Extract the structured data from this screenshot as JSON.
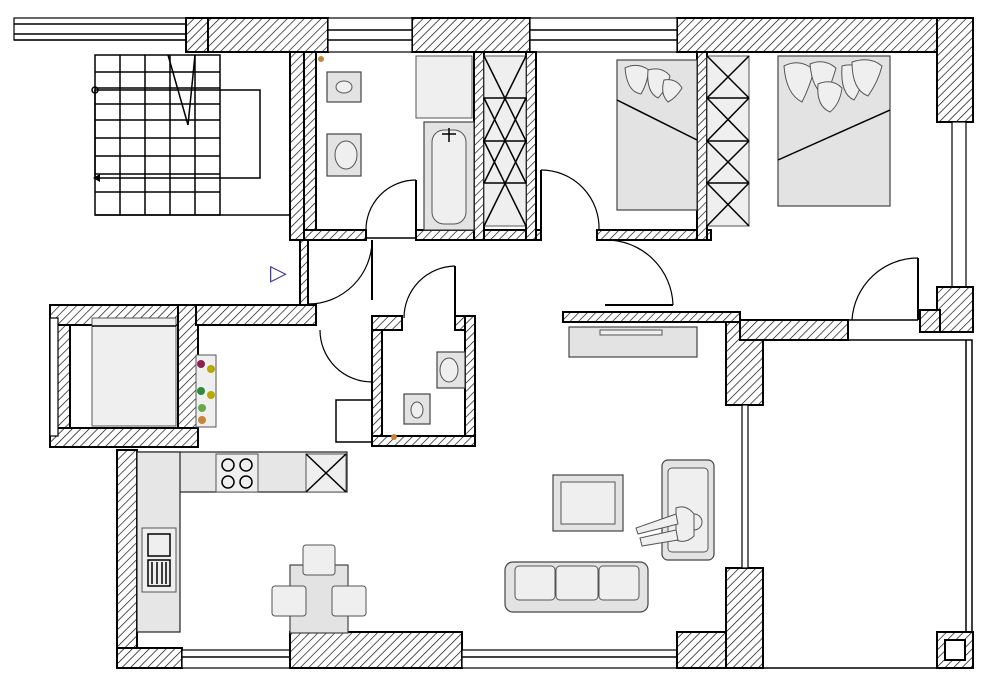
{
  "plan": {
    "rooms": [
      {
        "id": "stairwell"
      },
      {
        "id": "bathroom"
      },
      {
        "id": "bedroom-1"
      },
      {
        "id": "bedroom-2"
      },
      {
        "id": "hall"
      },
      {
        "id": "wc"
      },
      {
        "id": "utility"
      },
      {
        "id": "kitchen-dining"
      },
      {
        "id": "living"
      },
      {
        "id": "balcony"
      },
      {
        "id": "elevator"
      }
    ],
    "entrance_marker": "▷",
    "colors": {
      "wall_stroke": "#000000",
      "hatch_fill": "#ffffff",
      "furniture_fill": "#e3e3e3",
      "entrance_marker": "#3a3aa0",
      "utility_markers": [
        "#8b2252",
        "#b8a800",
        "#2e8b3a",
        "#6aa84f",
        "#c8843c"
      ]
    }
  }
}
